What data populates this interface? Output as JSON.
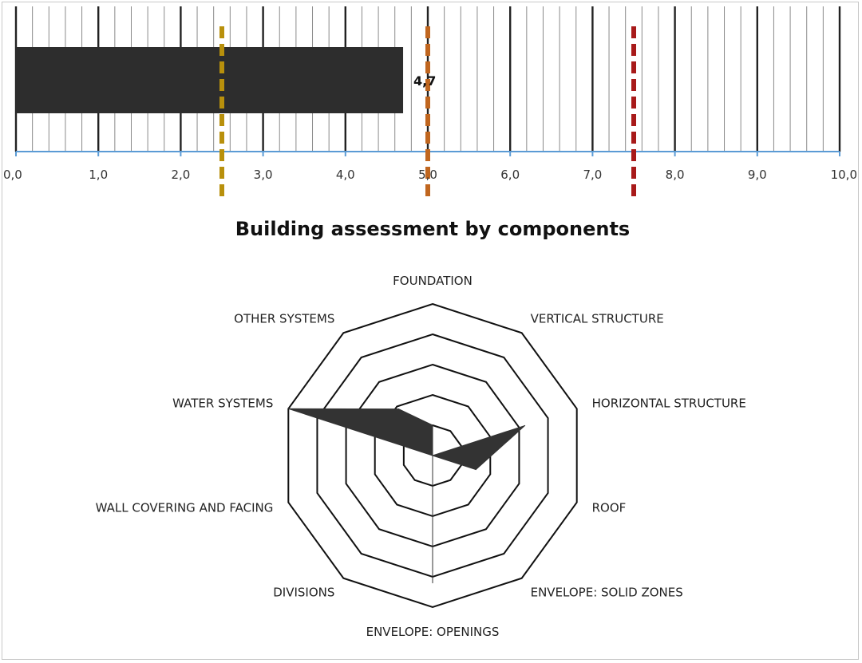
{
  "chart_data": [
    {
      "type": "bar",
      "orientation": "horizontal",
      "values": [
        4.7
      ],
      "data_labels": [
        "4,7"
      ],
      "xlim": [
        0,
        10
      ],
      "x_ticks": [
        "0,0",
        "1,0",
        "2,0",
        "3,0",
        "4,0",
        "5,0",
        "6,0",
        "7,0",
        "8,0",
        "9,0",
        "10,0"
      ],
      "bar_color": "#2d2d2d",
      "reference_lines": [
        {
          "value": 2.5,
          "color": "#b8900c",
          "style": "dashed"
        },
        {
          "value": 5.0,
          "color": "#c0661f",
          "style": "dashed"
        },
        {
          "value": 7.5,
          "color": "#a81a1a",
          "style": "dashed"
        }
      ],
      "minor_grid_step": 0.2,
      "grid": true,
      "axis_color": "#5b9bd5"
    },
    {
      "type": "radar",
      "title": "Building assessment by components",
      "categories": [
        "FOUNDATION",
        "VERTICAL STRUCTURE",
        "HORIZONTAL STRUCTURE",
        "ROOF",
        "ENVELOPE: SOLID ZONES",
        "ENVELOPE: OPENINGS",
        "DIVISIONS",
        "WALL COVERING AND FACING",
        "WATER SYSTEMS",
        "OTHER SYSTEMS"
      ],
      "values": [
        1,
        0,
        3.2,
        1.5,
        0,
        4.2,
        0,
        0,
        5,
        1.9
      ],
      "rlim": [
        0,
        5
      ],
      "rings": 5,
      "fill_color": "#333333"
    }
  ]
}
